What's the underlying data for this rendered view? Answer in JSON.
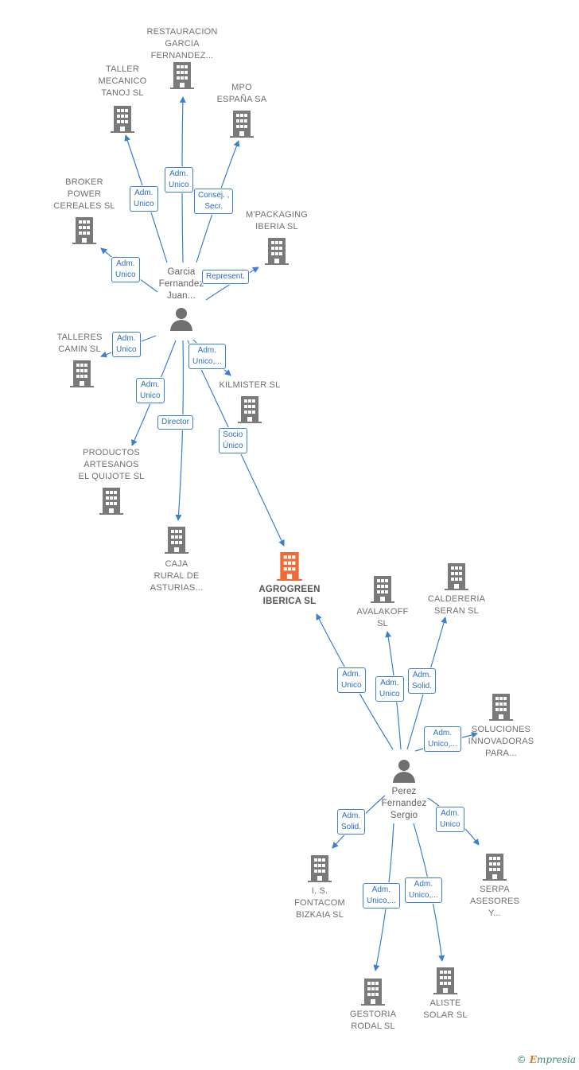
{
  "nodes": {
    "restauracion": "RESTAURACION\nGARCIA\nFERNANDEZ...",
    "taller": "TALLER\nMECANICO\nTANOJ SL",
    "mpo": "MPO\nESPAÑA SA",
    "broker": "BROKER\nPOWER\nCEREALES SL",
    "mpackaging": "M'PACKAGING\nIBERIA SL",
    "garcia": "Garcia\nFernandez\nJuan...",
    "talleres": "TALLERES\nCAMIN SL",
    "kilmister": "KILMISTER SL",
    "productos": "PRODUCTOS\nARTESANOS\nEL QUIJOTE SL",
    "caja": "CAJA\nRURAL DE\nASTURIAS...",
    "agrogreen": "AGROGREEN\nIBERICA SL",
    "avalakoff": "AVALAKOFF\nSL",
    "caldereria": "CALDERERIA\nSERAN SL",
    "soluciones": "SOLUCIONES\nINNOVADORAS\nPARA...",
    "perez": "Perez\nFernandez\nSergio",
    "fontacom": "I. S.\nFONTACOM\nBIZKAIA SL",
    "serpa": "SERPA\nASESORES\nY...",
    "gestoria": "GESTORIA\nRODAL SL",
    "aliste": "ALISTE\nSOLAR SL"
  },
  "relations": {
    "restauracion": "Adm.\nUnico",
    "taller": "Adm.\nUnico",
    "mpo": "Consej. ,\nSecr.",
    "broker": "Adm.\nUnico",
    "mpackaging": "Represent.",
    "talleres": "Adm.\nUnico",
    "kilmister": "Adm.\nUnico,...",
    "productos": "Adm.\nUnico",
    "caja": "Director",
    "agrogreen_garcia": "Socio\nÚnico",
    "agrogreen_perez": "Adm.\nUnico",
    "avalakoff": "Adm.\nUnico",
    "caldereria": "Adm.\nSolid.",
    "soluciones": "Adm.\nUnico,...",
    "fontacom": "Adm.\nSolid.",
    "serpa": "Adm.\nUnico",
    "gestoria": "Adm.\nUnico,...",
    "aliste": "Adm.\nUnico,..."
  },
  "colors": {
    "edge": "#3a7fd0",
    "building": "#7a7a7a",
    "focus_building": "#f06a35",
    "person": "#6f6f6f"
  },
  "footer": {
    "copyright": "©",
    "brand_first": "E",
    "brand_rest": "mpresia"
  }
}
